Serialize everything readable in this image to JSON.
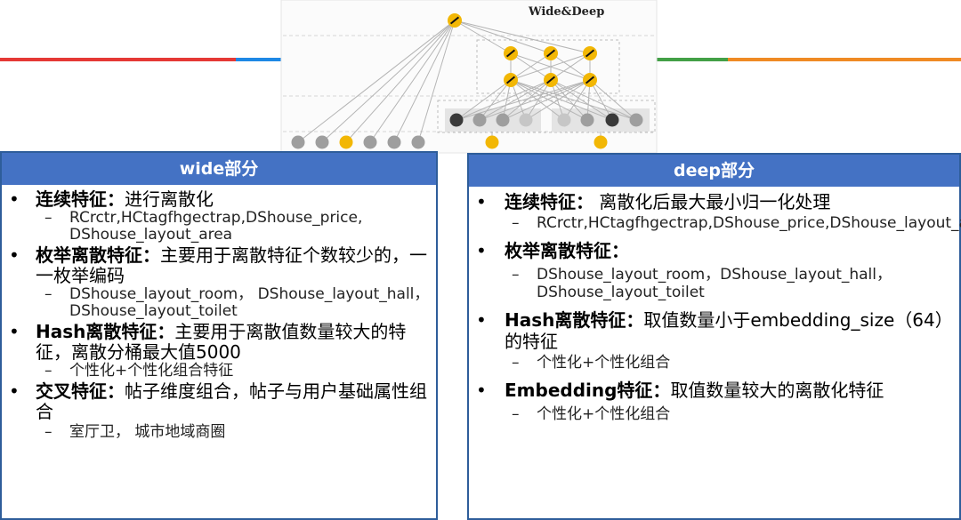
{
  "diagram": {
    "title": "Wide&Deep",
    "colors": {
      "left_line_red": "#e53935",
      "left_line_blue": "#1e88e5",
      "right_line_green": "#43a047",
      "right_line_orange": "#ef8a24",
      "node_gold": "#f2b705",
      "node_gray": "#9e9e9e",
      "node_dark": "#3a3a3a"
    }
  },
  "wide": {
    "header": "wide部分",
    "items": [
      {
        "label": "连续特征：",
        "text": "进行离散化",
        "subs": [
          "RCrctr,HCtagfhgectrap,DShouse_price, DShouse_layout_area"
        ]
      },
      {
        "label": "枚举离散特征：",
        "text": "主要用于离散特征个数较少的，一一枚举编码",
        "subs": [
          "DShouse_layout_room， DShouse_layout_hall， DShouse_layout_toilet"
        ]
      },
      {
        "label": "Hash离散特征：",
        "text": "主要用于离散值数量较大的特征，离散分桶最大值5000",
        "subs": [
          "个性化+个性化组合特征"
        ]
      },
      {
        "label": "交叉特征：",
        "text": "帖子维度组合，帖子与用户基础属性组合",
        "subs": [
          "室厅卫， 城市地域商圈"
        ]
      }
    ]
  },
  "deep": {
    "header": "deep部分",
    "items": [
      {
        "label": "连续特征：",
        "text": " 离散化后最大最小归一化处理",
        "subs": [
          "RCrctr,HCtagfhgectrap,DShouse_price,DShouse_layout_area"
        ]
      },
      {
        "label": "枚举离散特征：",
        "text": "",
        "subs": [
          "DShouse_layout_room，DShouse_layout_hall，DShouse_layout_toilet"
        ]
      },
      {
        "label": "Hash离散特征：",
        "text": "取值数量小于embedding_size（64）的特征",
        "subs": [
          "个性化+个性化组合"
        ]
      },
      {
        "label": "Embedding特征：",
        "text": "取值数量较大的离散化特征",
        "subs": [
          "个性化+个性化组合"
        ]
      }
    ]
  }
}
